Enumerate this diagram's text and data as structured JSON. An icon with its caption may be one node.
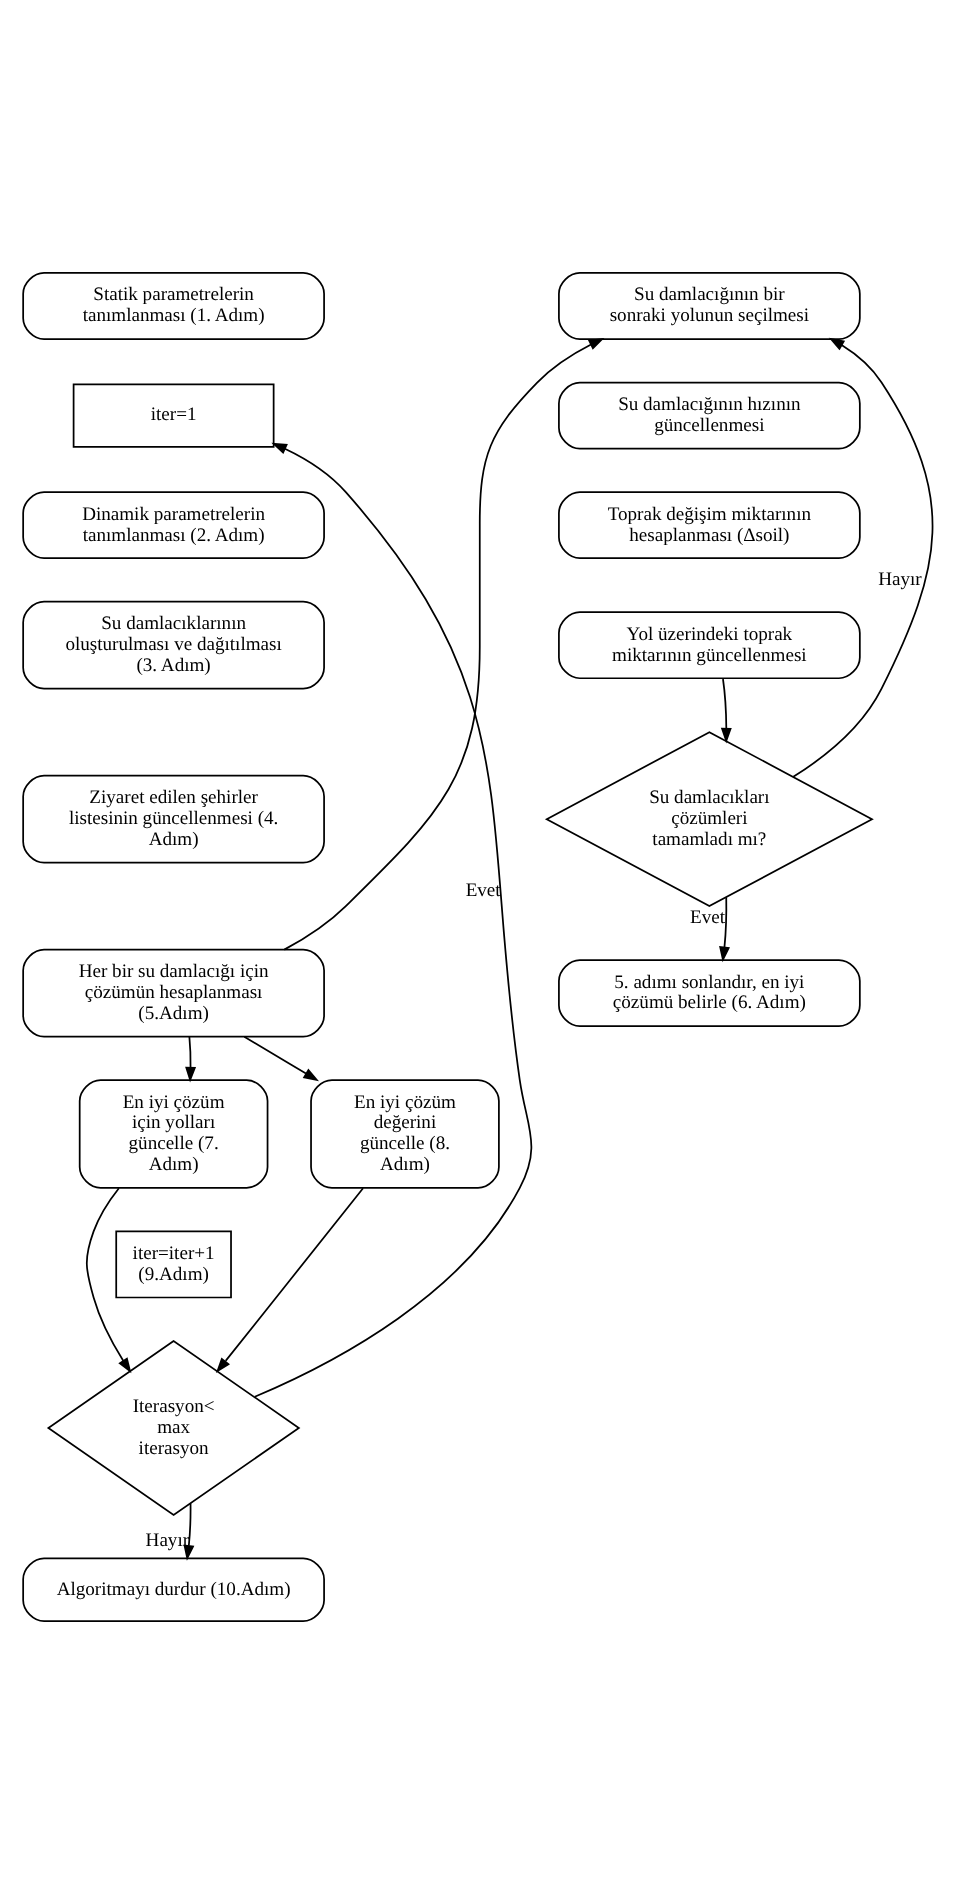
{
  "diagram": {
    "nodes": [
      {
        "text": [
          "Statik parametrelerin tanımlanması (1. Adım)"
        ]
      },
      {
        "text": [
          "iter=1"
        ]
      },
      {
        "text": [
          "Dinamik parametrelerin tanımlanması (2. Adım)"
        ]
      },
      {
        "text": [
          "Su damlacıklarının oluşturulması ve dağıtılması (3. Adım)"
        ]
      },
      {
        "text": [
          "Ziyaret edilen şehirler listesinin güncellenmesi (4. Adım)"
        ]
      },
      {
        "text": [
          "Her bir su damlacığı için çözümün hesaplanması (5.Adım)"
        ]
      },
      {
        "text": [
          "Su damlacığının bir sonraki yolunun seçilmesi"
        ]
      },
      {
        "text": [
          "Su damlacığının hızının güncellenmesi"
        ]
      },
      {
        "text": [
          "Toprak değişim miktarının hesaplanması (Δsoil)"
        ]
      },
      {
        "text": [
          "Yol üzerindeki toprak miktarının güncellenmesi"
        ]
      },
      {
        "text": [
          "Su damlacıkları çözümleri tamamladı mı?"
        ]
      },
      {
        "text": [
          "5. adımı sonlandır, en iyi çözümü belirle (6. Adım)"
        ]
      },
      {
        "text": [
          "En iyi çözüm için yolları güncelle (7. Adım)"
        ]
      },
      {
        "text": [
          "En iyi çözüm değerini güncelle (8. Adım)"
        ]
      },
      {
        "text": [
          "iter=iter+1 (9.Adım)"
        ]
      },
      {
        "text": [
          "Iterasyon< max iterasyon"
        ]
      },
      {
        "text": [
          "Algoritmayı durdur (10.Adım)"
        ]
      }
    ],
    "edges": [
      {
        "from": 5,
        "to": 6,
        "arrow": "to"
      },
      {
        "from": 9,
        "to": 10,
        "arrow": "to"
      },
      {
        "from": 10,
        "to": 6,
        "arrow": "to",
        "label": "Hayır"
      },
      {
        "from": 10,
        "to": 11,
        "arrow": "to",
        "label": "Evet"
      },
      {
        "from": 5,
        "to": 12,
        "arrow": "to"
      },
      {
        "from": 5,
        "to": 13,
        "arrow": "to"
      },
      {
        "from": 12,
        "to": 15,
        "arrow": "to"
      },
      {
        "from": 13,
        "to": 15,
        "arrow": "to"
      },
      {
        "from": 15,
        "to": 1,
        "arrow": "to",
        "label": "Evet"
      },
      {
        "from": 15,
        "to": 16,
        "arrow": "to",
        "label": "Hayır"
      }
    ]
  }
}
